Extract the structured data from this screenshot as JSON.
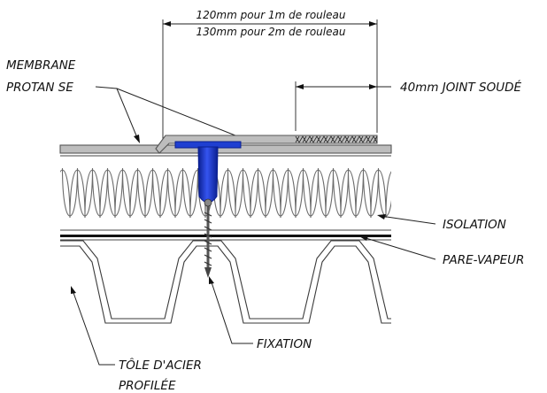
{
  "labels": {
    "dim_line1": "120mm pour 1m de rouleau",
    "dim_line2": "130mm pour 2m de rouleau",
    "membrane_line1": "MEMBRANE",
    "membrane_line2": "PROTAN SE",
    "joint": "40mm JOINT SOUDÉ",
    "isolation": "ISOLATION",
    "pare_vapeur": "PARE-VAPEUR",
    "fixation": "FIXATION",
    "tole_line1": "TÔLE D'ACIER",
    "tole_line2": "PROFILÉE"
  },
  "colors": {
    "membrane": "#bdbdbd",
    "fastener": "#1f3fd1",
    "fastener_dark": "#0a1f8f",
    "screw": "#555555",
    "line": "#222222"
  }
}
